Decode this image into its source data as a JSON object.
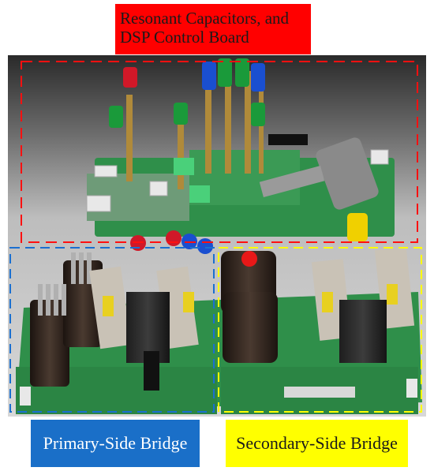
{
  "labels": {
    "top_line1": "Resonant Capacitors, and",
    "top_line2": "DSP Control Board",
    "primary": "Primary-Side Bridge",
    "secondary": "Secondary-Side Bridge"
  },
  "colors": {
    "top_box": "#ff0000",
    "primary_box": "#1a6fc8",
    "secondary_box": "#ffff00",
    "pcb_green": "#2f8f4a"
  },
  "regions": [
    "resonant-capacitors-dsp-region",
    "primary-side-bridge-region",
    "secondary-side-bridge-region"
  ]
}
